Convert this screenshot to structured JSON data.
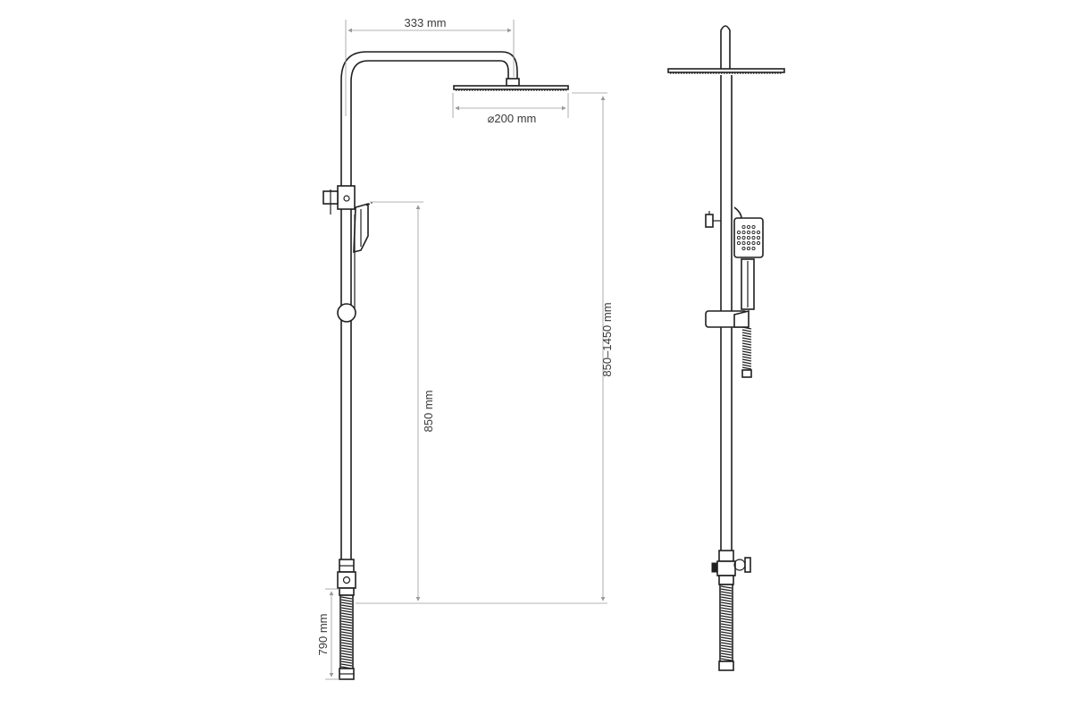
{
  "dimensions": {
    "arm_reach": "333 mm",
    "head_diameter": "200 mm",
    "diameter_symbol": "⌀",
    "handset_height": "850 mm",
    "overall_height_range": "850–1450 mm",
    "hose_length": "790 mm"
  }
}
